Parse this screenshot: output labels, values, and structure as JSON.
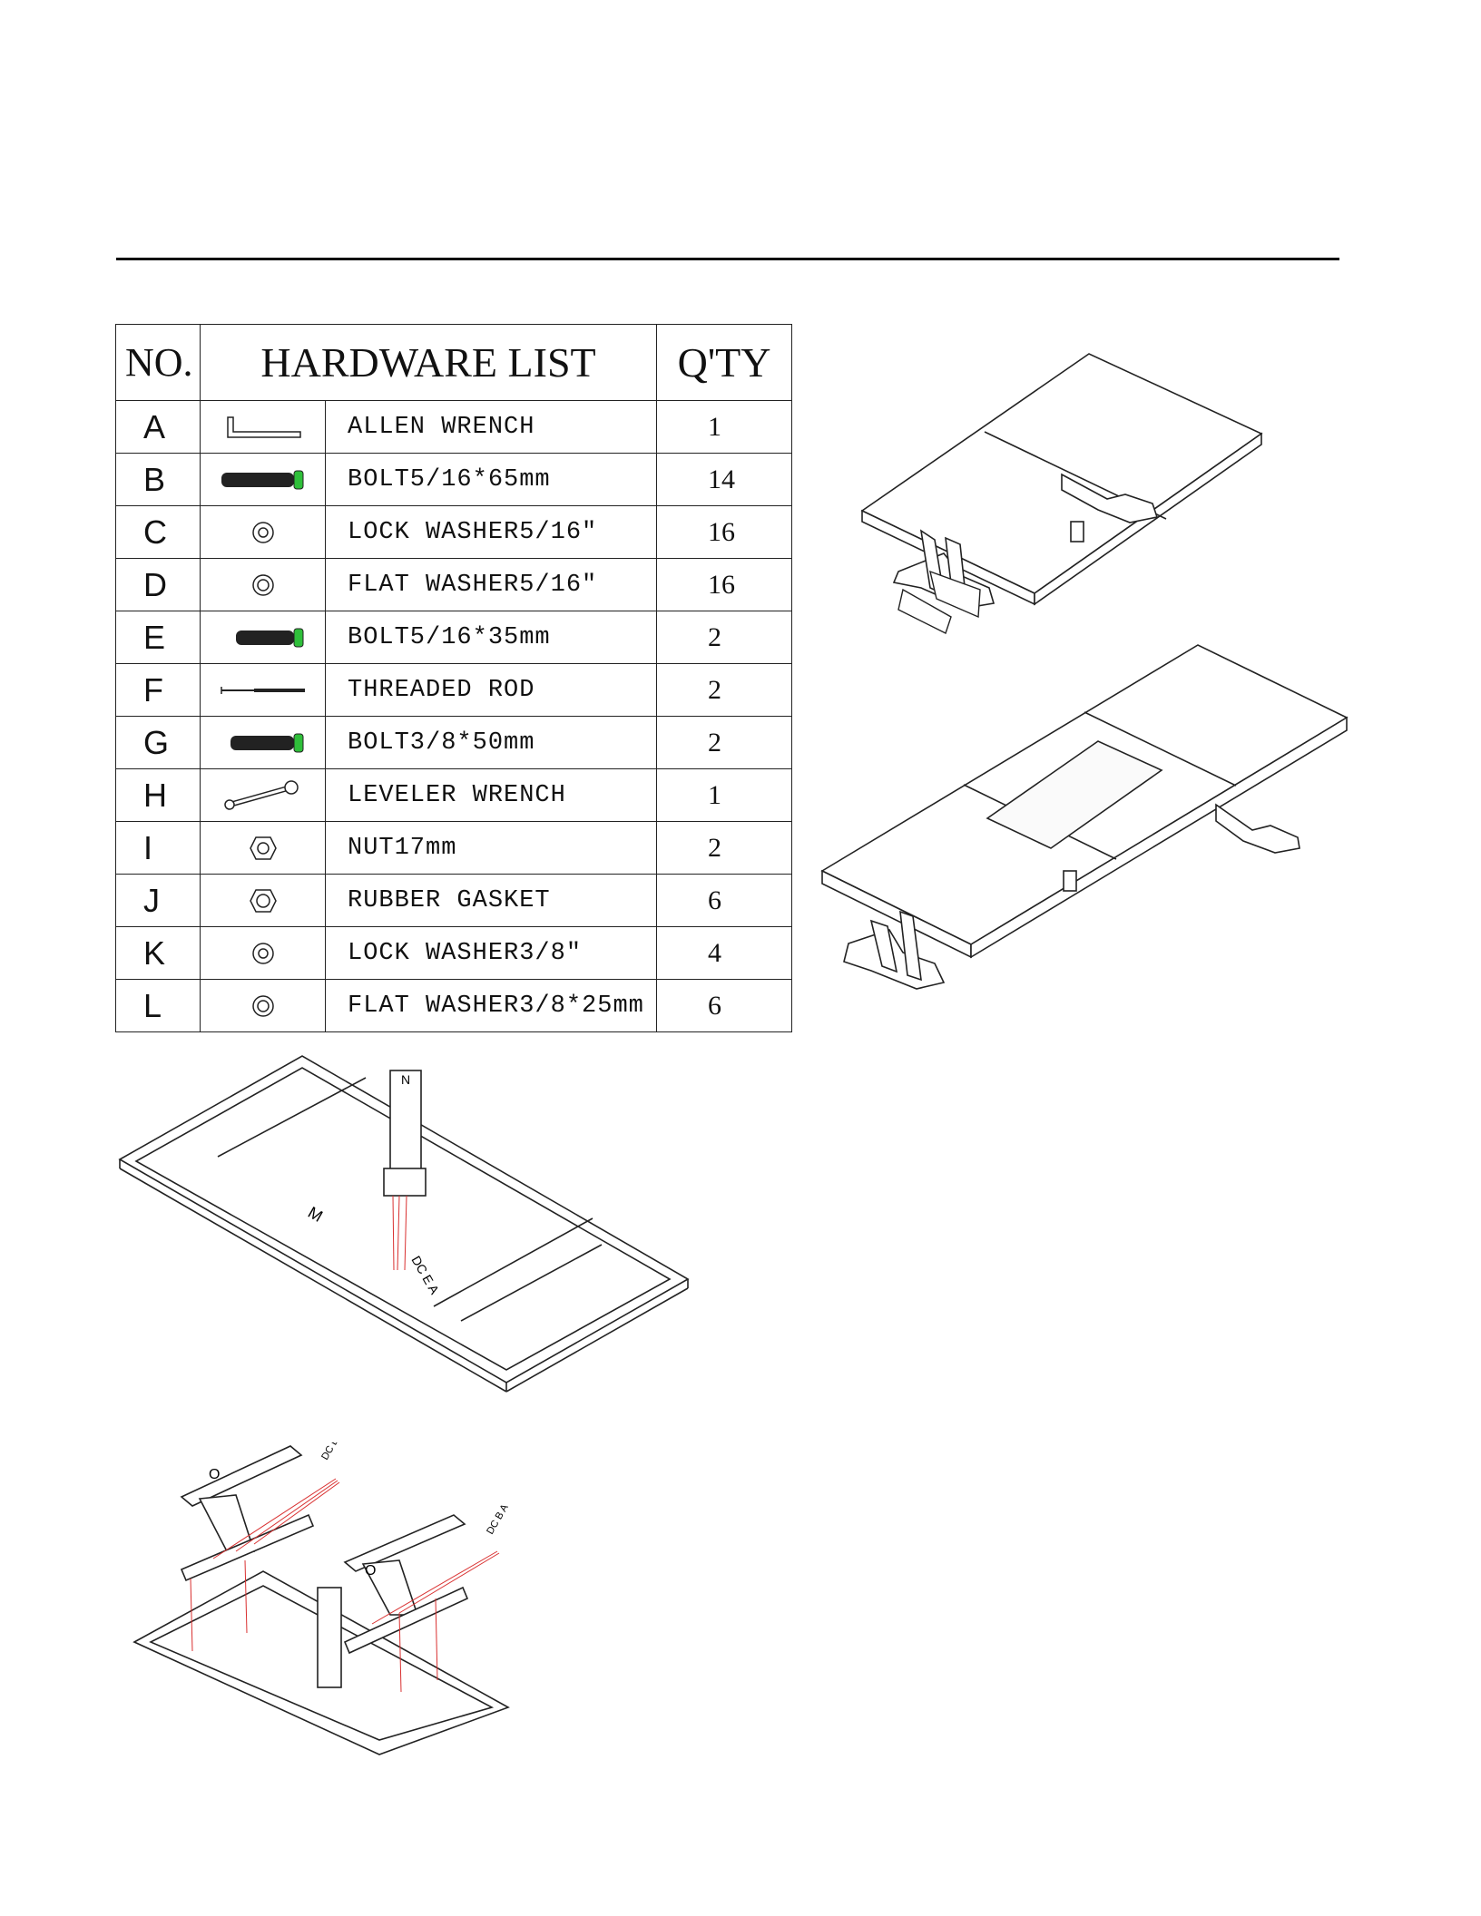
{
  "table": {
    "headers": {
      "no": "NO.",
      "list": "HARDWARE LIST",
      "qty": "Q'TY"
    },
    "rows": [
      {
        "letter": "A",
        "desc": "ALLEN WRENCH",
        "qty": "1",
        "icon": "allen-wrench-icon"
      },
      {
        "letter": "B",
        "desc": "BOLT5/16*65mm",
        "qty": "14",
        "icon": "long-bolt-icon"
      },
      {
        "letter": "C",
        "desc": "LOCK WASHER5/16\"",
        "qty": "16",
        "icon": "lock-washer-icon"
      },
      {
        "letter": "D",
        "desc": "FLAT WASHER5/16\"",
        "qty": "16",
        "icon": "flat-washer-icon"
      },
      {
        "letter": "E",
        "desc": "BOLT5/16*35mm",
        "qty": "2",
        "icon": "short-bolt-icon"
      },
      {
        "letter": "F",
        "desc": "THREADED ROD",
        "qty": "2",
        "icon": "threaded-rod-icon"
      },
      {
        "letter": "G",
        "desc": "BOLT3/8*50mm",
        "qty": "2",
        "icon": "bolt-icon"
      },
      {
        "letter": "H",
        "desc": "LEVELER WRENCH",
        "qty": "1",
        "icon": "leveler-wrench-icon"
      },
      {
        "letter": "I",
        "desc": "NUT17mm",
        "qty": "2",
        "icon": "hex-nut-icon"
      },
      {
        "letter": "J",
        "desc": "RUBBER GASKET",
        "qty": "6",
        "icon": "rubber-gasket-icon"
      },
      {
        "letter": "K",
        "desc": "LOCK WASHER3/8\"",
        "qty": "4",
        "icon": "lock-washer-icon"
      },
      {
        "letter": "L",
        "desc": "FLAT WASHER3/8*25mm",
        "qty": "6",
        "icon": "flat-washer-icon"
      }
    ]
  },
  "figures": {
    "step1": {
      "part_m": "M",
      "part_n": "N",
      "hardware": "DC E A"
    },
    "step2": {
      "part_o": "O",
      "hardware": "DC B A"
    }
  },
  "colors": {
    "line": "#222222",
    "assembly_lines": "#d93030",
    "bolt_tip": "#2fbf3a"
  }
}
